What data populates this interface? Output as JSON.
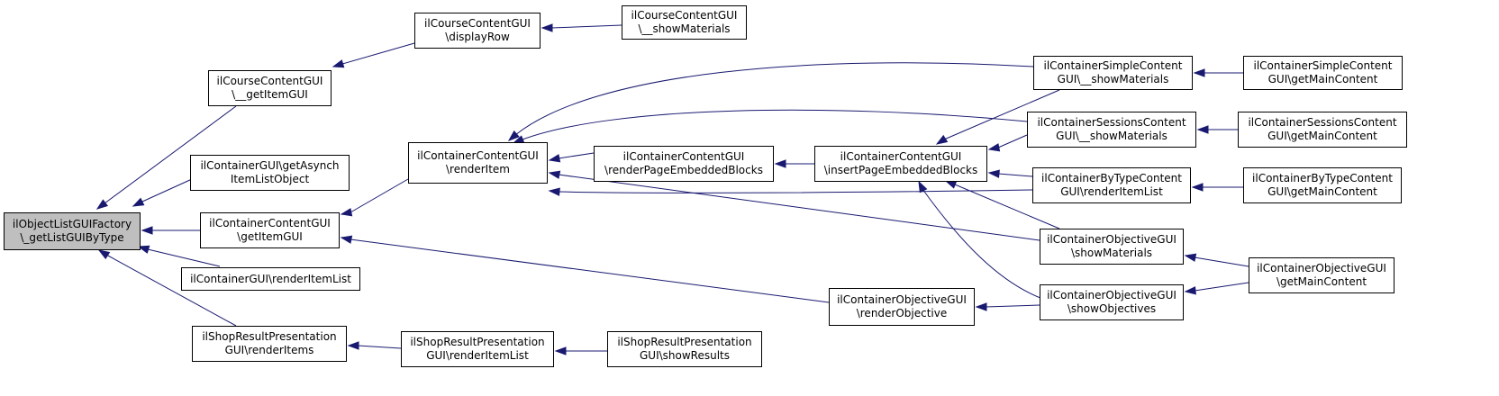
{
  "colors": {
    "edge": "#191970",
    "root_fill": "#bfbfbf",
    "node_fill": "#ffffff",
    "border": "#000000"
  },
  "nodes": {
    "root": [
      "ilObjectListGUIFactory",
      "\\_getListGUIByType"
    ],
    "course_getitem": [
      "ilCourseContentGUI",
      "\\__getItemGUI"
    ],
    "course_displayrow": [
      "ilCourseContentGUI",
      "\\displayRow"
    ],
    "course_showmat": [
      "ilCourseContentGUI",
      "\\__showMaterials"
    ],
    "cont_getasynch": [
      "ilContainerGUI\\getAsynch",
      "ItemListObject"
    ],
    "cc_getitem": [
      "ilContainerContentGUI",
      "\\getItemGUI"
    ],
    "cont_renderlist": [
      "ilContainerGUI\\renderItemList"
    ],
    "shop_renderitems": [
      "ilShopResultPresentation",
      "GUI\\renderItems"
    ],
    "cc_renderitem": [
      "ilContainerContentGUI",
      "\\renderItem"
    ],
    "cc_renderpage": [
      "ilContainerContentGUI",
      "\\renderPageEmbeddedBlocks"
    ],
    "cc_insertpage": [
      "ilContainerContentGUI",
      "\\insertPageEmbeddedBlocks"
    ],
    "simple_showmat": [
      "ilContainerSimpleContent",
      "GUI\\__showMaterials"
    ],
    "simple_main": [
      "ilContainerSimpleContent",
      "GUI\\getMainContent"
    ],
    "sessions_showmat": [
      "ilContainerSessionsContent",
      "GUI\\__showMaterials"
    ],
    "sessions_main": [
      "ilContainerSessionsContent",
      "GUI\\getMainContent"
    ],
    "bytype_render": [
      "ilContainerByTypeContent",
      "GUI\\renderItemList"
    ],
    "bytype_main": [
      "ilContainerByTypeContent",
      "GUI\\getMainContent"
    ],
    "obj_showmat": [
      "ilContainerObjectiveGUI",
      "\\showMaterials"
    ],
    "obj_main": [
      "ilContainerObjectiveGUI",
      "\\getMainContent"
    ],
    "obj_renderobj": [
      "ilContainerObjectiveGUI",
      "\\renderObjective"
    ],
    "obj_showobj": [
      "ilContainerObjectiveGUI",
      "\\showObjectives"
    ],
    "shop_renderlist": [
      "ilShopResultPresentation",
      "GUI\\renderItemList"
    ],
    "shop_showresults": [
      "ilShopResultPresentation",
      "GUI\\showResults"
    ]
  }
}
